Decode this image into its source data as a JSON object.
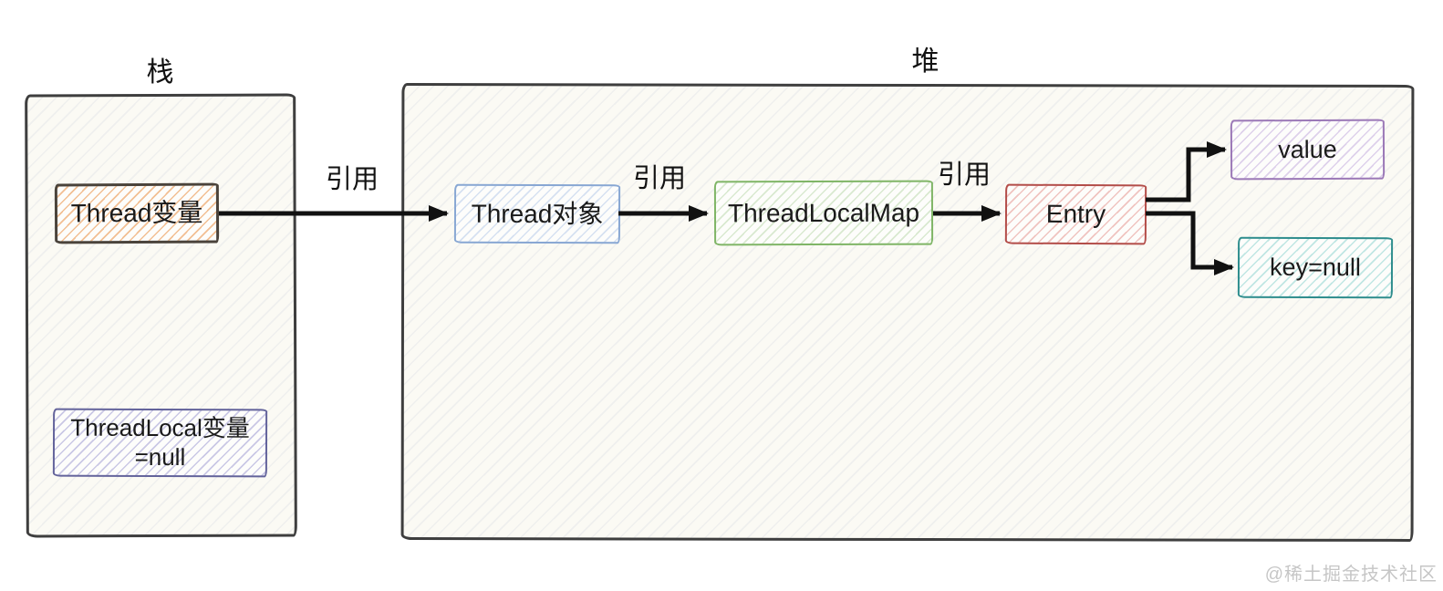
{
  "regions": {
    "stack": {
      "label": "栈"
    },
    "heap": {
      "label": "堆"
    }
  },
  "nodes": {
    "thread_var": {
      "label": "Thread变量",
      "border_color": "#4a433b",
      "hatch_color": "#f2bf93"
    },
    "threadlocal_var": {
      "label_line1": "ThreadLocal变量",
      "label_line2": "=null",
      "border_color": "#63639b",
      "hatch_color": "#cac8e5"
    },
    "thread_obj": {
      "label": "Thread对象",
      "border_color": "#88a7d3",
      "hatch_color": "#d6e1f1"
    },
    "threadlocal_map": {
      "label": "ThreadLocalMap",
      "border_color": "#7fb566",
      "hatch_color": "#d9e9d0"
    },
    "entry": {
      "label": "Entry",
      "border_color": "#b34d49",
      "hatch_color": "#f0c4c0"
    },
    "value": {
      "label": "value",
      "border_color": "#9b78b7",
      "hatch_color": "#ded1eb"
    },
    "key_null": {
      "label": "key=null",
      "border_color": "#2e8d8d",
      "hatch_color": "#c0e6e3"
    }
  },
  "edges": [
    {
      "label": "引用"
    },
    {
      "label": "引用"
    },
    {
      "label": "引用"
    }
  ],
  "arrow_color": "#111111",
  "watermark": "@稀土掘金技术社区"
}
